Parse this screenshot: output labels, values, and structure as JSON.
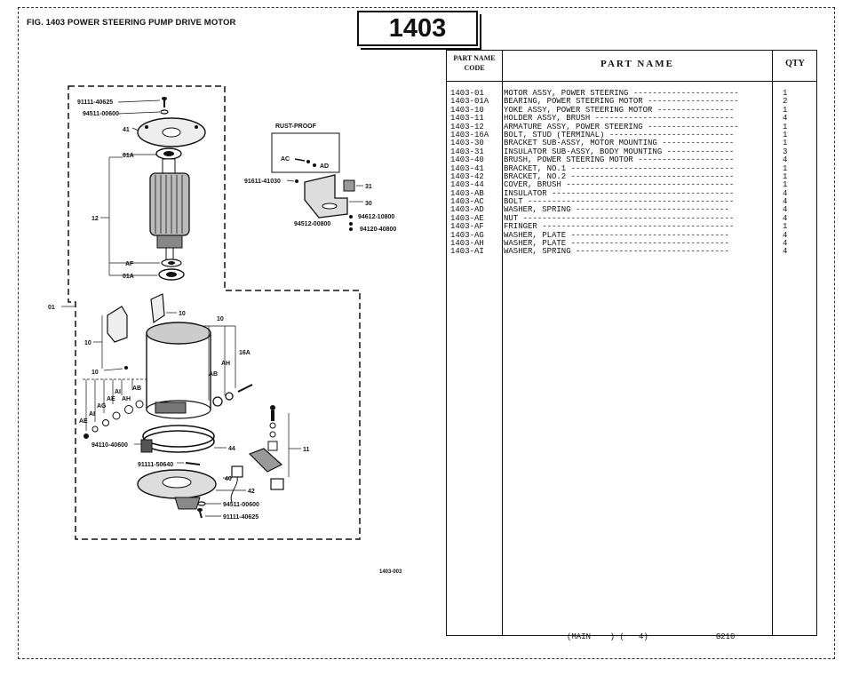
{
  "figure": {
    "title": "FIG. 1403   POWER STEERING PUMP DRIVE MOTOR",
    "page_number": "1403",
    "drawing_code": "1403-003"
  },
  "diagram_labels": {
    "p91111_40625_top": "91111-40625",
    "p94511_00600_top": "94511-00600",
    "p41": "41",
    "p01A_top": "01A",
    "p12": "12",
    "pAF": "AF",
    "p01A_bottom": "01A",
    "p01": "01",
    "rust_proof": "RUST-PROOF",
    "pAC": "AC",
    "pAD": "AD",
    "p91611_41030": "91611-41030",
    "p31": "31",
    "p30": "30",
    "p94612_10800": "94612-10800",
    "p94512_00800": "94512-00800",
    "p94120_40800": "94120-40800",
    "p10_a": "10",
    "p10_b": "10",
    "p10_c": "10",
    "p10_d": "10",
    "p16A": "16A",
    "pAH_r": "AH",
    "pAB_r": "AB",
    "pAB_l": "AB",
    "pAI_1": "AI",
    "pAE_1": "AE",
    "pAH_l": "AH",
    "pAG": "AG",
    "pAI_2": "AI",
    "pAE_2": "AE",
    "p94110_40600": "94110-40600",
    "p44": "44",
    "p11": "11",
    "p91111_50640": "91111-50640",
    "p40": "40",
    "p42": "42",
    "p94511_00600_bottom": "94511-00600",
    "p91111_40625_bottom": "91111-40625"
  },
  "table": {
    "header_code_line1": "PART NAME",
    "header_code_line2": "CODE",
    "header_name": "PART   NAME",
    "header_qty": "QTY",
    "rows": [
      {
        "code": "1403-01",
        "name": "MOTOR ASSY, POWER STEERING  ----------------------",
        "qty": "1"
      },
      {
        "code": "1403-01A",
        "name": "BEARING, POWER STEERING MOTOR -------------------",
        "qty": "2"
      },
      {
        "code": "1403-10",
        "name": "YOKE ASSY, POWER STEERING MOTOR ----------------",
        "qty": "1"
      },
      {
        "code": "1403-11",
        "name": "HOLDER ASSY, BRUSH  -----------------------------",
        "qty": "4"
      },
      {
        "code": "1403-12",
        "name": "ARMATURE ASSY, POWER STEERING  -------------------",
        "qty": "1"
      },
      {
        "code": "1403-16A",
        "name": "BOLT, STUD (TERMINAL)  --------------------------",
        "qty": "1"
      },
      {
        "code": "1403-30",
        "name": "BRACKET SUB-ASSY, MOTOR MOUNTING  ---------------",
        "qty": "1"
      },
      {
        "code": "1403-31",
        "name": "INSULATOR SUB-ASSY, BODY MOUNTING  --------------",
        "qty": "3"
      },
      {
        "code": "1403-40",
        "name": "BRUSH, POWER STEERING MOTOR  --------------------",
        "qty": "4"
      },
      {
        "code": "1403-41",
        "name": "BRACKET, NO.1  ----------------------------------",
        "qty": "1"
      },
      {
        "code": "1403-42",
        "name": "BRACKET, NO.2  ----------------------------------",
        "qty": "1"
      },
      {
        "code": "1403-44",
        "name": "COVER, BRUSH  -----------------------------------",
        "qty": "1"
      },
      {
        "code": "1403-AB",
        "name": "INSULATOR  --------------------------------------",
        "qty": "4"
      },
      {
        "code": "1403-AC",
        "name": "BOLT  -------------------------------------------",
        "qty": "4"
      },
      {
        "code": "1403-AD",
        "name": "WASHER, SPRING  --------------------------------",
        "qty": "4"
      },
      {
        "code": "1403-AE",
        "name": "NUT  --------------------------------------------",
        "qty": "4"
      },
      {
        "code": "1403-AF",
        "name": "FRINGER  ----------------------------------------",
        "qty": "1"
      },
      {
        "code": "1403-AG",
        "name": "WASHER, PLATE  ---------------------------------",
        "qty": "4"
      },
      {
        "code": "1403-AH",
        "name": "WASHER, PLATE  ---------------------------------",
        "qty": "4"
      },
      {
        "code": "1403-AI",
        "name": "WASHER, SPRING  --------------------------------",
        "qty": "4"
      }
    ],
    "footer_main": "(MAIN    ) (   4)",
    "footer_ref": "G210"
  }
}
